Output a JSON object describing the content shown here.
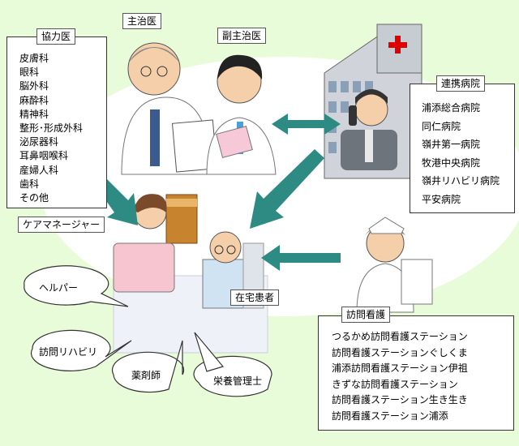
{
  "labels": {
    "primary_doctor": "主治医",
    "sub_doctor": "副主治医",
    "cooperating_doctor": "協力医",
    "partner_hospitals": "連携病院",
    "care_manager": "ケアマネージャー",
    "home_patient": "在宅患者",
    "visiting_nursing": "訪問看護"
  },
  "cooperating_doctor_specialties": [
    "皮膚科",
    "眼科",
    "脳外科",
    "麻酔科",
    "精神科",
    "整形･形成外科",
    "泌尿器科",
    "耳鼻咽喉科",
    "産婦人科",
    "歯科",
    "その他"
  ],
  "partner_hospitals_list": [
    "浦添総合病院",
    "同仁病院",
    "嶺井第一病院",
    "牧港中央病院",
    "嶺井リハビリ病院",
    "平安病院"
  ],
  "visiting_nursing_list": [
    "つるかめ訪問看護ステーション",
    "訪問看護ステーションぐしくま",
    "浦添訪問看護ステーション伊祖",
    "きずな訪問看護ステーション",
    "訪問看護ステーション生き生き",
    "訪問看護ステーション浦添"
  ],
  "bubbles": {
    "helper": "ヘルパー",
    "rehab": "訪問リハビリ",
    "pharmacist": "薬剤師",
    "nutritionist": "栄養管理士"
  },
  "colors": {
    "background": "#e9fcd9",
    "arrow": "#2e8b84",
    "hospital_cross": "#e00000"
  }
}
